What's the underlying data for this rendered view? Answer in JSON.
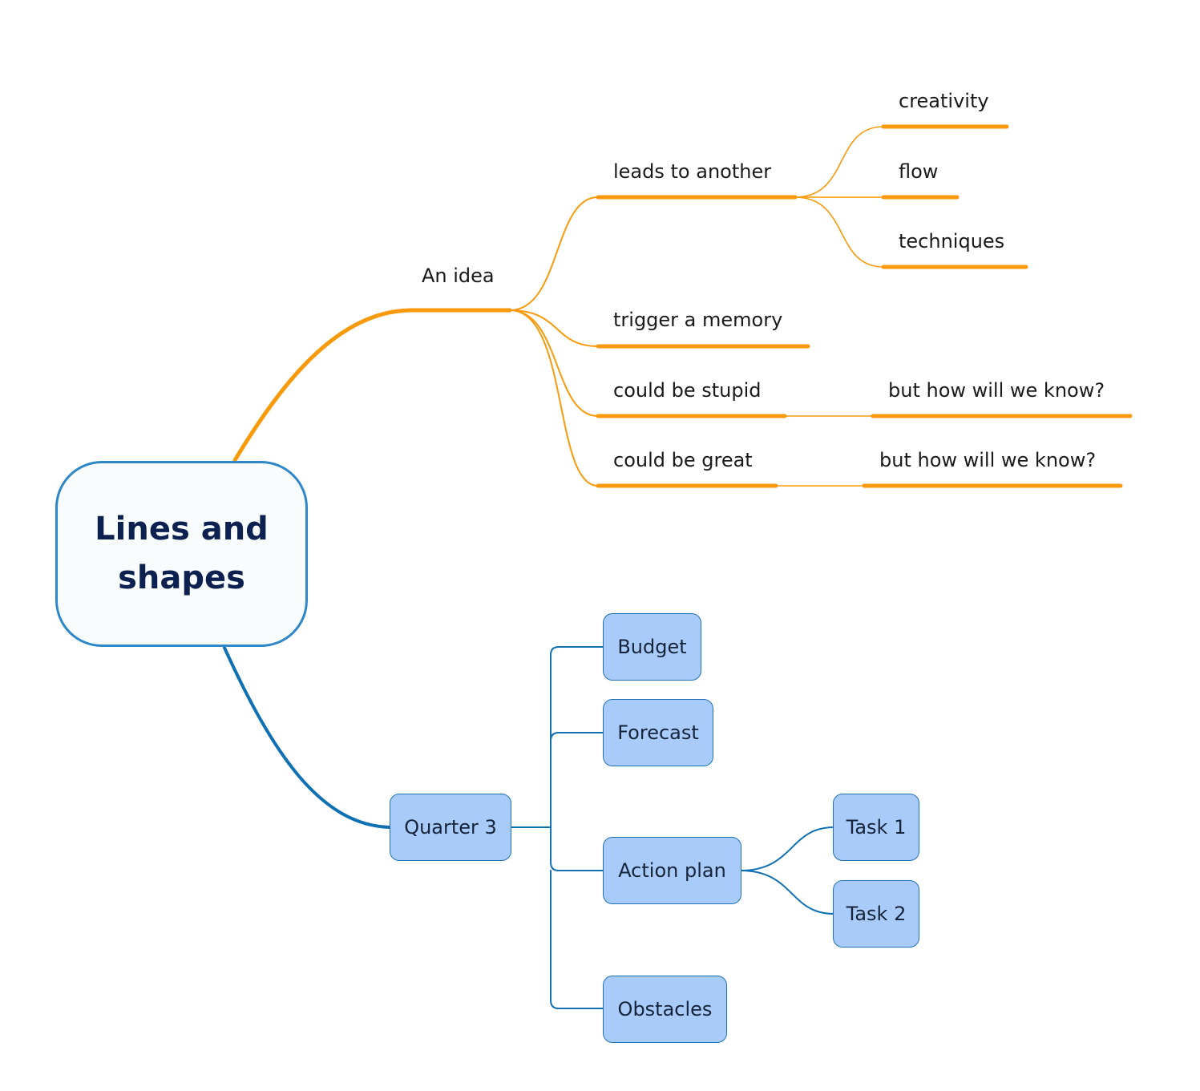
{
  "colors": {
    "orange": "#f89a0c",
    "blue": "#0f70b4",
    "central_border": "#2e87c8",
    "central_text": "#0d2150",
    "box_fill": "#a8cbf9",
    "box_border": "#1f73b5"
  },
  "central": {
    "title": "Lines and shapes"
  },
  "upper_branch": {
    "root": "An idea",
    "children": [
      {
        "label": "leads to another",
        "children": [
          "creativity",
          "flow",
          "techniques"
        ]
      },
      {
        "label": "trigger a memory",
        "children": []
      },
      {
        "label": "could be stupid",
        "children": [
          "but how will we know?"
        ]
      },
      {
        "label": "could be great",
        "children": [
          "but how will we know?"
        ]
      }
    ]
  },
  "lower_branch": {
    "root": "Quarter 3",
    "children": [
      {
        "label": "Budget",
        "children": []
      },
      {
        "label": "Forecast",
        "children": []
      },
      {
        "label": "Action plan",
        "children": [
          "Task 1",
          "Task 2"
        ]
      },
      {
        "label": "Obstacles",
        "children": []
      }
    ]
  }
}
